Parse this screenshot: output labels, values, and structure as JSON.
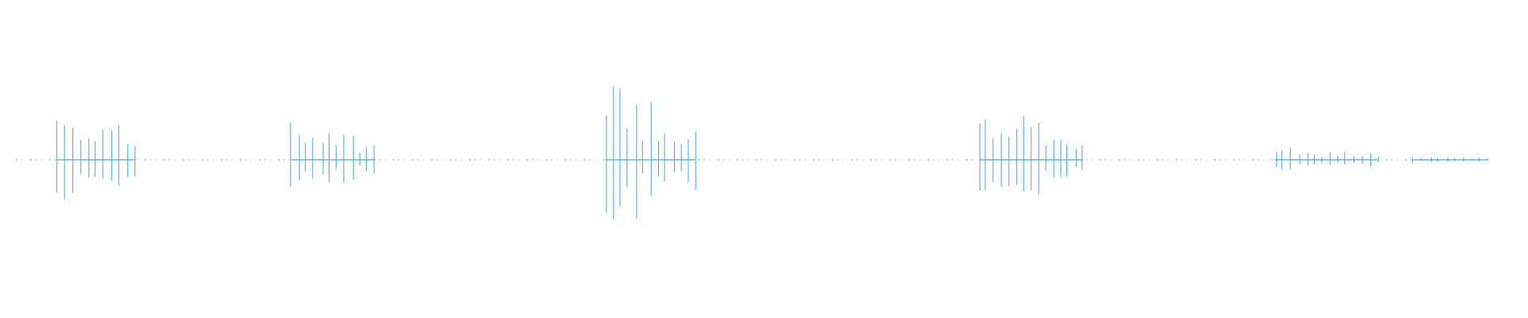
{
  "waveform": {
    "color": "#3fa3e0",
    "background": "#ffffff",
    "duration_fraction_visible": 1,
    "bursts": [
      {
        "start": 0.026,
        "end": 0.076,
        "peak": 0.55
      },
      {
        "start": 0.175,
        "end": 0.228,
        "peak": 0.35
      },
      {
        "start": 0.375,
        "end": 0.432,
        "peak": 0.7
      },
      {
        "start": 0.612,
        "end": 0.678,
        "peak": 0.45
      },
      {
        "start": 0.8,
        "end": 0.865,
        "peak": 0.12
      },
      {
        "start": 0.888,
        "end": 0.935,
        "peak": 0.03
      }
    ]
  }
}
